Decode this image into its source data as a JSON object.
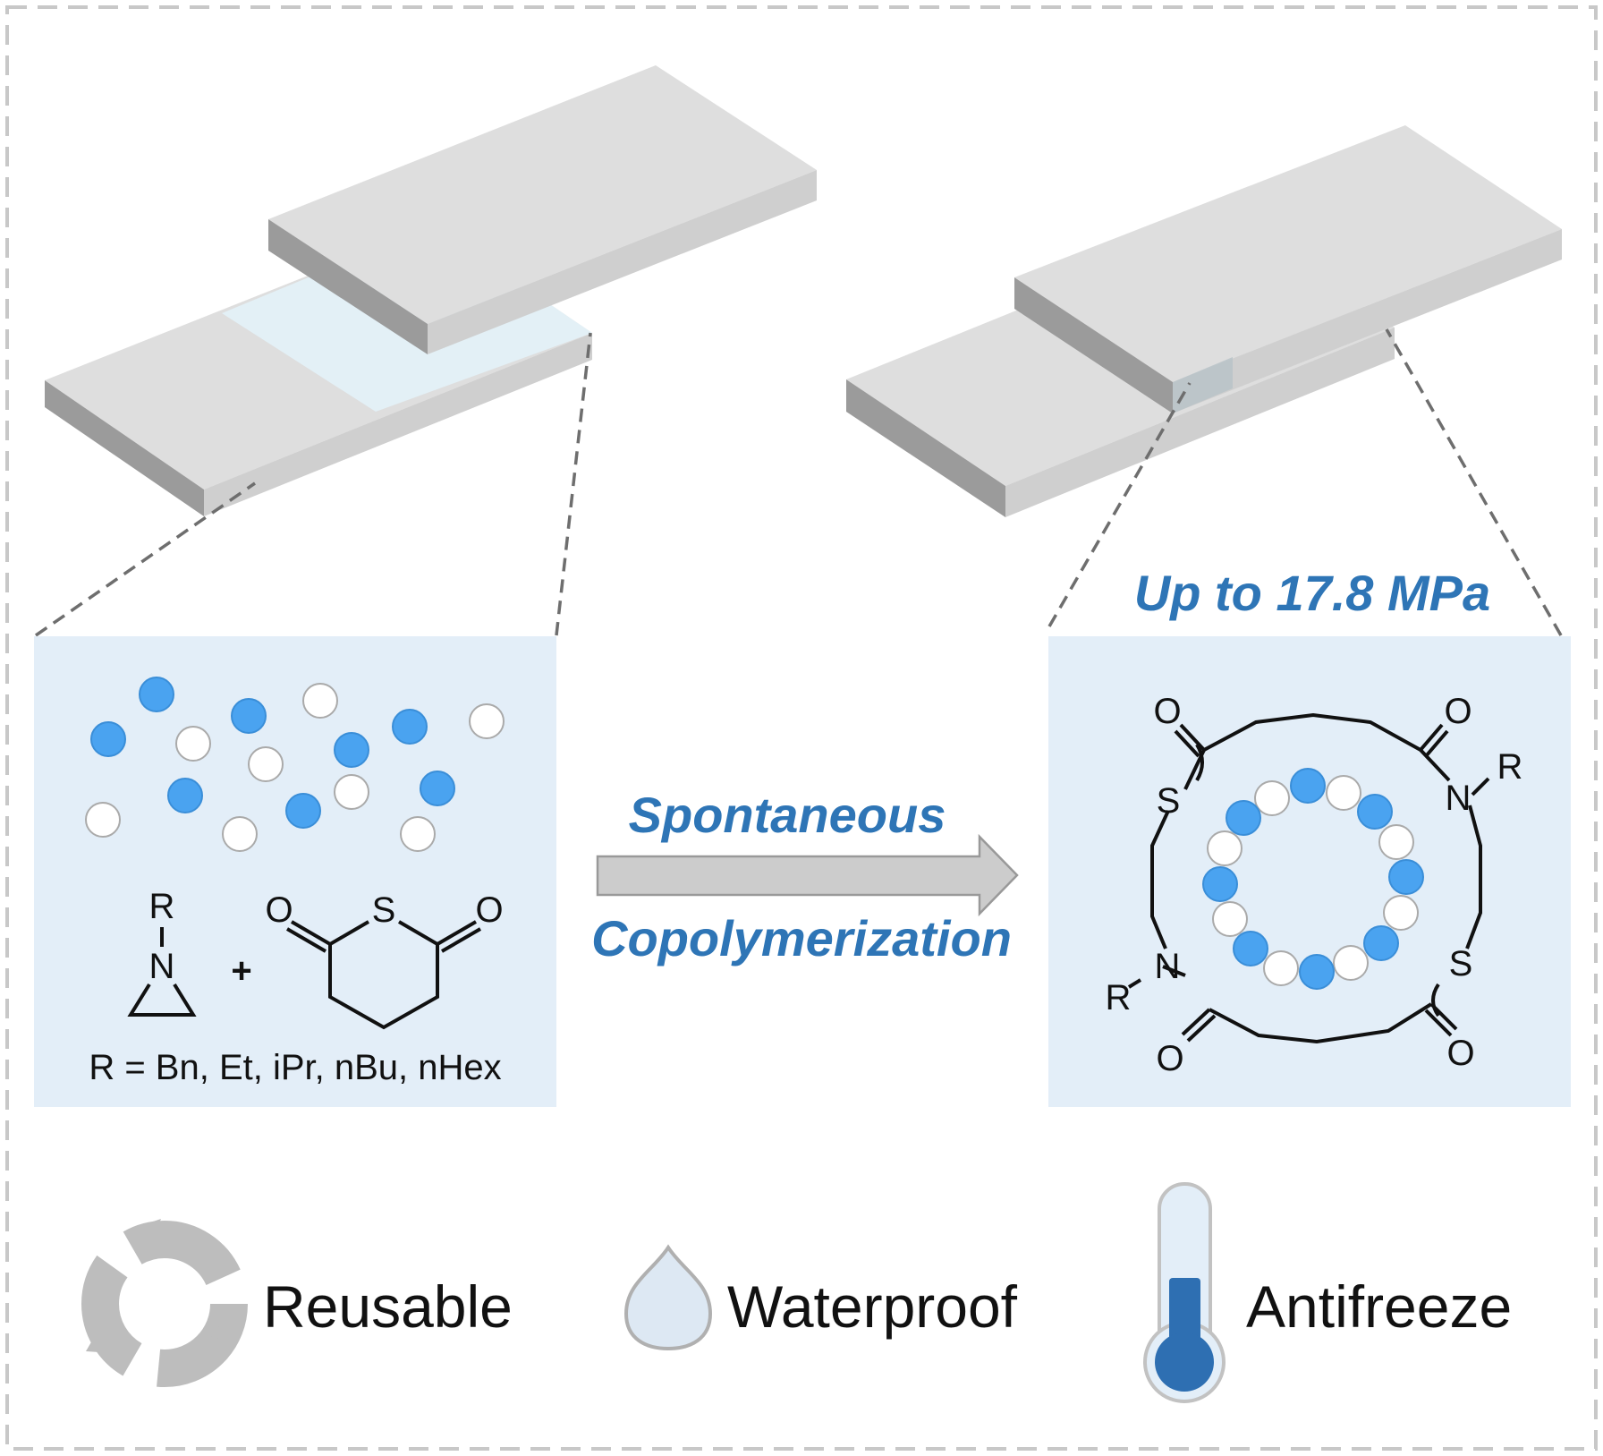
{
  "process": {
    "label_top": "Spontaneous",
    "label_bottom": "Copolymerization"
  },
  "strength": {
    "label": "Up to 17.8 MPa"
  },
  "monomers": {
    "aziridine_substituent": "R",
    "aziridine_atom": "N",
    "plus_sign": "+",
    "anhydride_ring_atom": "S",
    "anhydride_oxygen_left": "O",
    "anhydride_oxygen_right": "O",
    "r_groups_text": "R = Bn, Et, iPr, nBu, nHex"
  },
  "macrocycle": {
    "atoms": {
      "o_top_left": "O",
      "o_top_right": "O",
      "o_bottom_left": "O",
      "o_bottom_right": "O",
      "s_left": "S",
      "s_right": "S",
      "n_right": "N",
      "n_left": "N",
      "r_right": "R",
      "r_left": "R"
    }
  },
  "features": [
    {
      "label": "Reusable",
      "icon": "recycle-icon"
    },
    {
      "label": "Waterproof",
      "icon": "water-drop-icon"
    },
    {
      "label": "Antifreeze",
      "icon": "thermometer-icon"
    }
  ],
  "colors": {
    "accent_blue": "#2e75b6",
    "sphere_blue": "#4aa3f0",
    "panel_bg": "#e3eef8",
    "slab_top": "#dedede",
    "slab_side": "#9b9b9b",
    "border_dash": "#c8c8c8"
  }
}
